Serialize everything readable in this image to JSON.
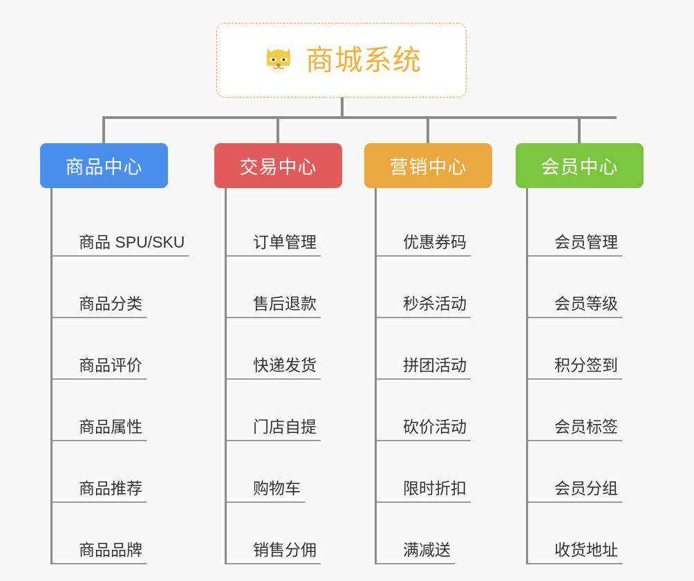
{
  "root": {
    "icon": "shiba-dog-emoji",
    "title": "商城系统",
    "color": "#f0b03a",
    "border_color": "#e8a63f"
  },
  "categories": [
    {
      "label": "商品中心",
      "color": "#4a90ea",
      "items": [
        "商品 SPU/SKU",
        "商品分类",
        "商品评价",
        "商品属性",
        "商品推荐",
        "商品品牌"
      ]
    },
    {
      "label": "交易中心",
      "color": "#e25b5b",
      "items": [
        "订单管理",
        "售后退款",
        "快递发货",
        "门店自提",
        "购物车",
        "销售分佣"
      ]
    },
    {
      "label": "营销中心",
      "color": "#eaa940",
      "items": [
        "优惠券码",
        "秒杀活动",
        "拼团活动",
        "砍价活动",
        "限时折扣",
        "满减送"
      ]
    },
    {
      "label": "会员中心",
      "color": "#7cc63f",
      "items": [
        "会员管理",
        "会员等级",
        "积分签到",
        "会员标签",
        "会员分组",
        "收货地址"
      ]
    }
  ],
  "background_color": "#f9f9fa",
  "connector_color": "#8c8c8c",
  "leaf_text_color": "#333333",
  "leaf_underline_color": "#9a9a9a"
}
